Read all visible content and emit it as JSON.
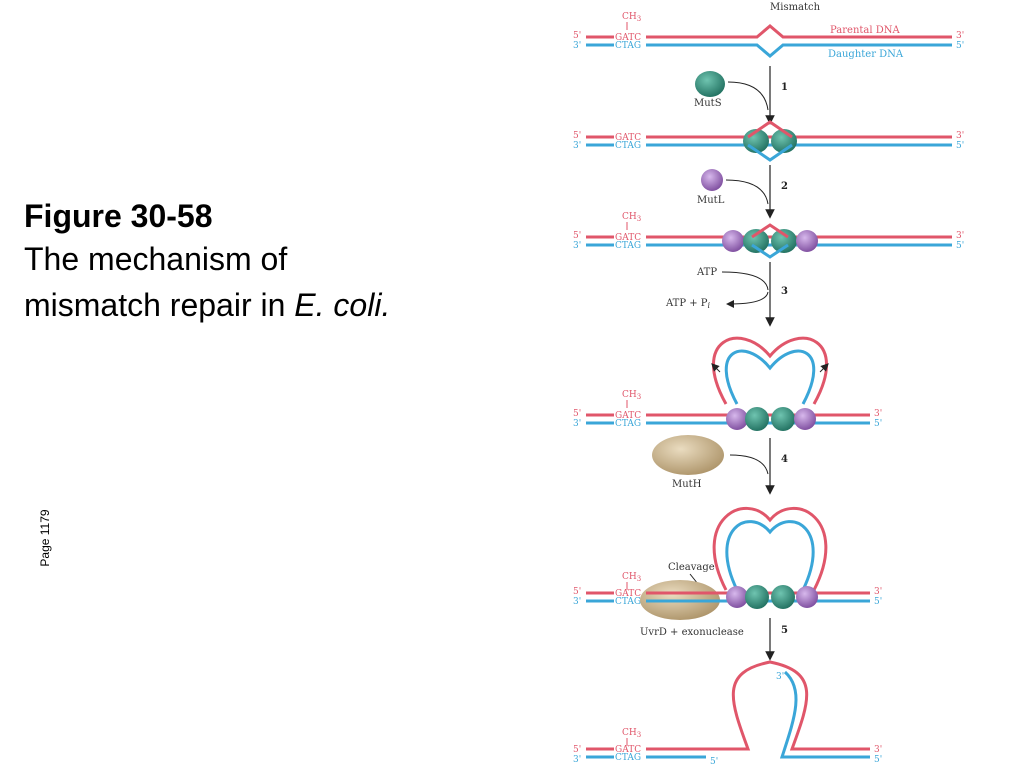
{
  "caption": {
    "figure_number": "Figure 30-58",
    "line1": "The mechanism of",
    "line2": "mismatch repair in ",
    "organism": "E. coli."
  },
  "page_ref": "Page 1179",
  "colors": {
    "parental": "#e0566a",
    "daughter": "#3aa6d8",
    "muts": "#2e8a78",
    "mutl": "#9a6ab8",
    "muth": "#c4ad84"
  },
  "diagram": {
    "ch3": "CH",
    "ch3_sub": "3",
    "gatc": "GATC",
    "ctag": "CTAG",
    "five_prime": "5'",
    "three_prime": "3'",
    "mismatch": "Mismatch",
    "parental_dna": "Parental DNA",
    "daughter_dna": "Daughter DNA",
    "muts": "MutS",
    "mutl": "MutL",
    "muth": "MutH",
    "atp": "ATP",
    "atp_pi": "ATP + P",
    "atp_pi_sub": "i",
    "cleavage": "Cleavage",
    "uvrd": "UvrD + exonuclease",
    "steps": [
      "1",
      "2",
      "3",
      "4",
      "5"
    ]
  }
}
